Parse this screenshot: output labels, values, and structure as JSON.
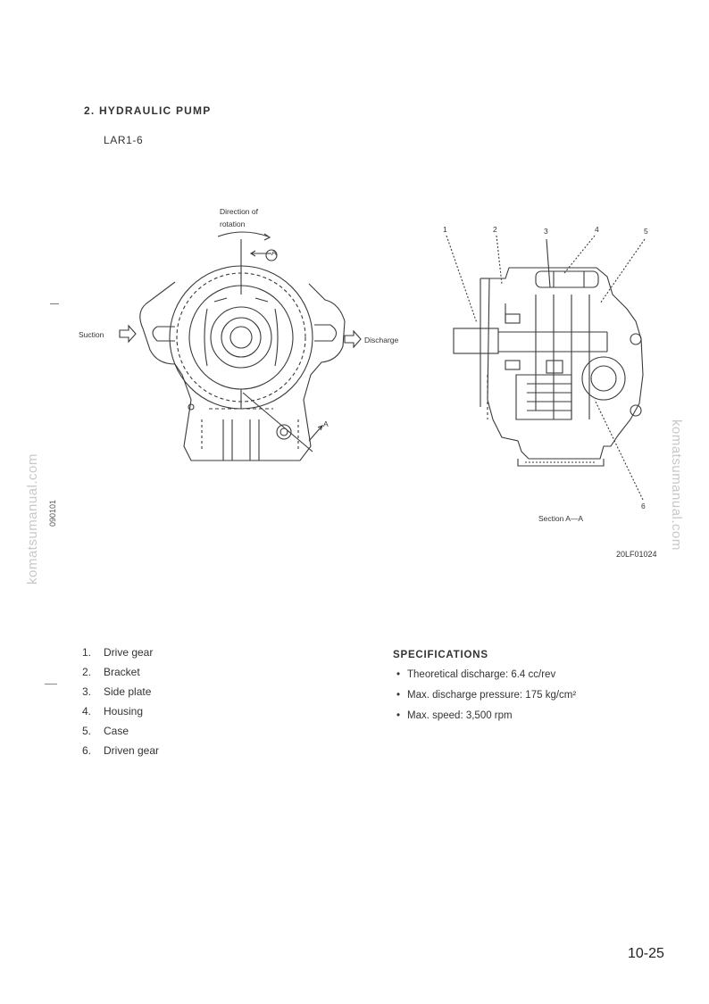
{
  "section": {
    "heading": "2. HYDRAULIC PUMP",
    "model": "LAR1-6"
  },
  "figure": {
    "direction_line1": "Direction of",
    "direction_line2": "rotation",
    "section_arrow_top": "A",
    "section_arrow_bottom": "A",
    "suction_label": "Suction",
    "discharge_label": "Discharge",
    "section_caption": "Section A—A",
    "figure_code": "20LF01024",
    "side_code": "090101",
    "callouts": [
      "1",
      "2",
      "3",
      "4",
      "5",
      "6"
    ]
  },
  "watermark": {
    "text": "komatsumanual.com"
  },
  "parts": [
    {
      "num": "1.",
      "name": "Drive gear"
    },
    {
      "num": "2.",
      "name": "Bracket"
    },
    {
      "num": "3.",
      "name": "Side plate"
    },
    {
      "num": "4.",
      "name": "Housing"
    },
    {
      "num": "5.",
      "name": "Case"
    },
    {
      "num": "6.",
      "name": "Driven gear"
    }
  ],
  "specifications": {
    "title": "SPECIFICATIONS",
    "bullet": "•",
    "items": [
      "Theoretical discharge: 6.4 cc/rev",
      "Max. discharge pressure: 175 kg/cm²",
      "Max. speed: 3,500 rpm"
    ]
  },
  "page_number": "10-25"
}
